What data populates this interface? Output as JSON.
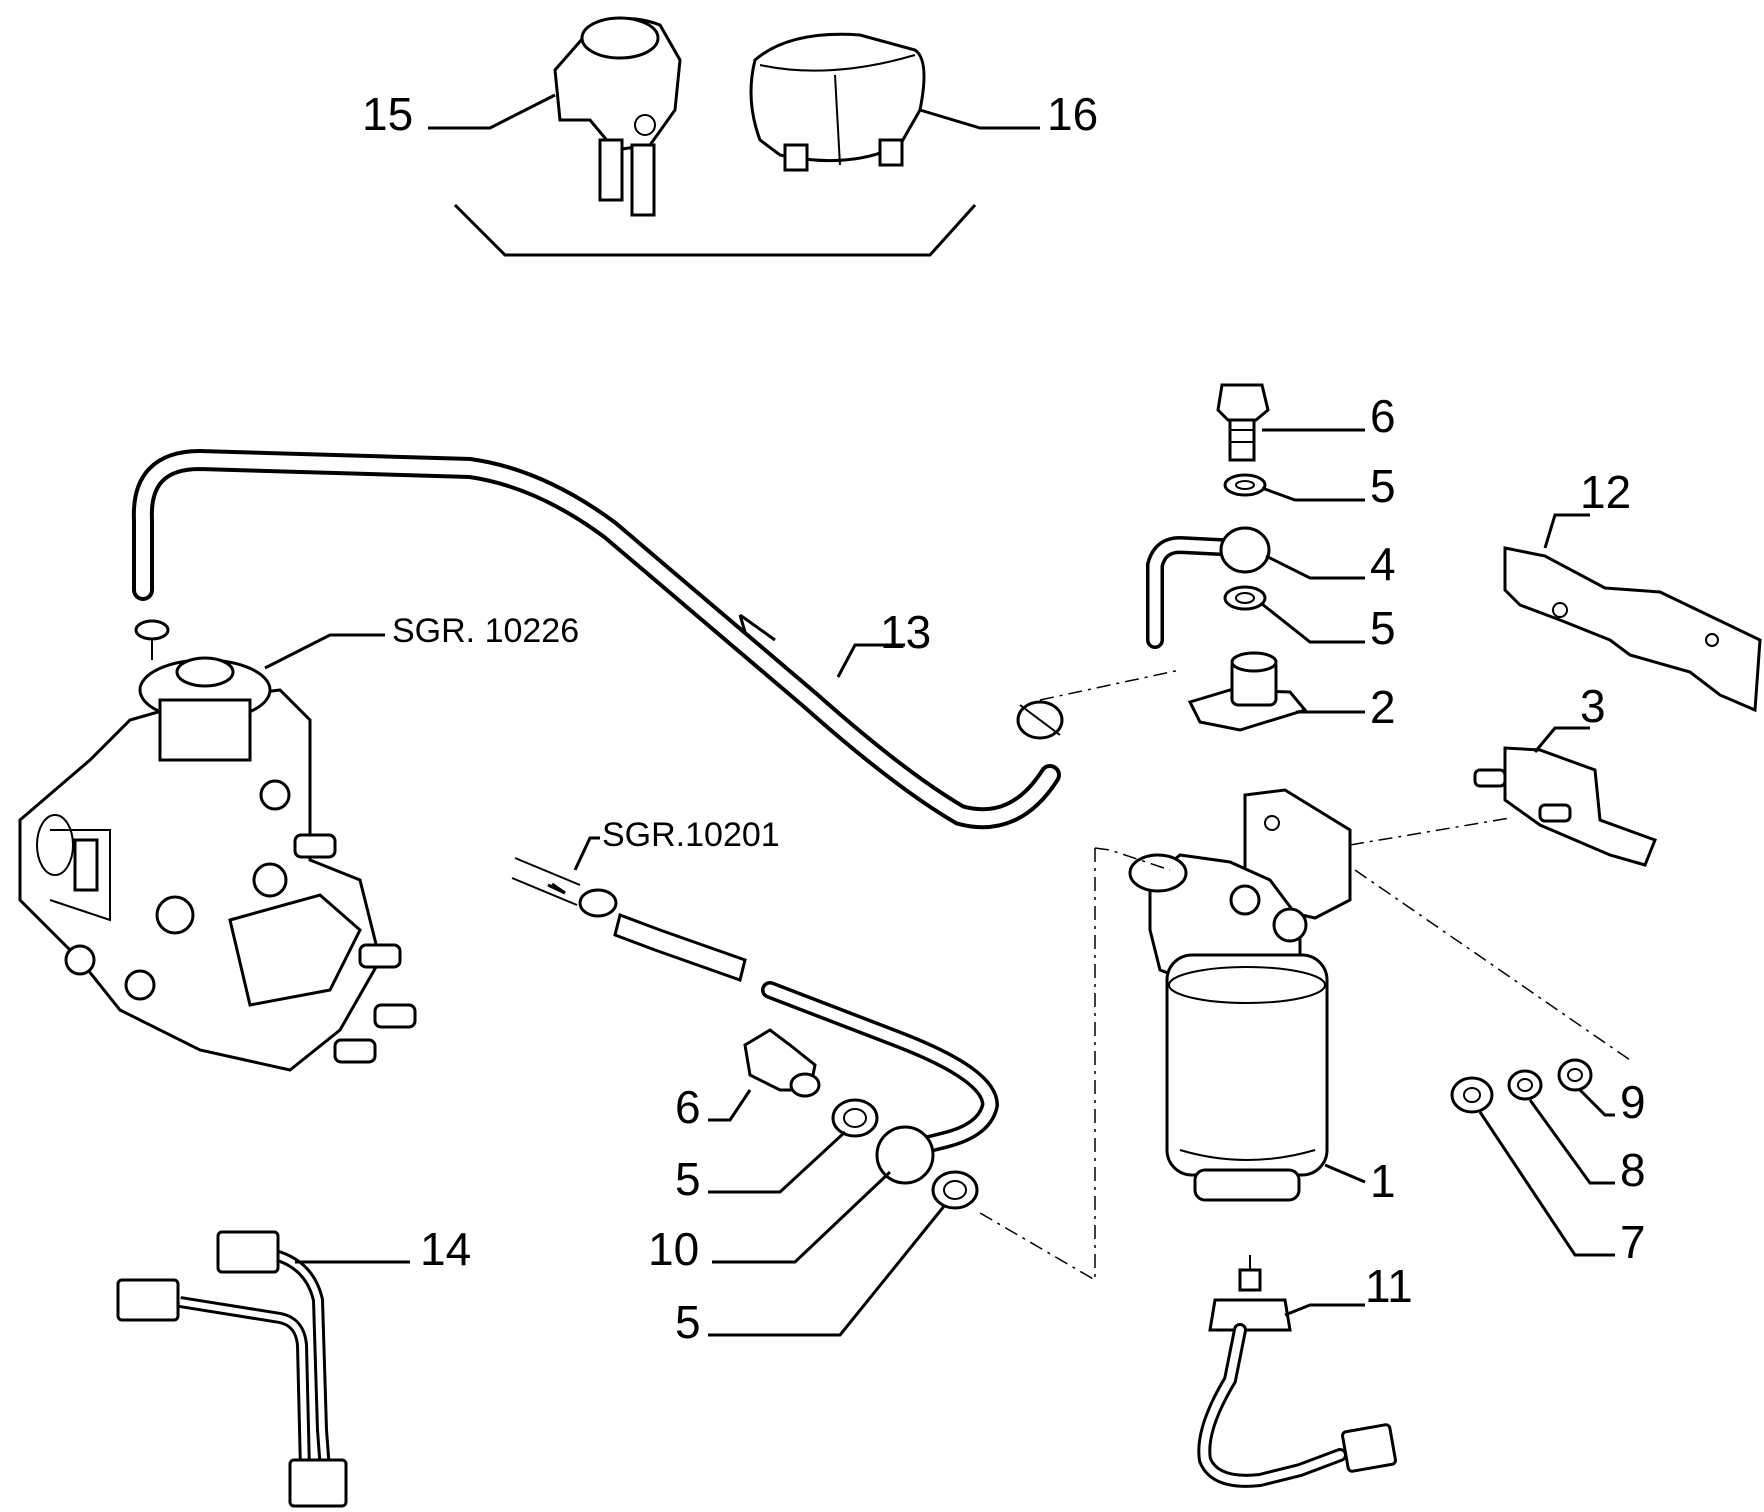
{
  "diagram": {
    "callouts": [
      {
        "id": "p15",
        "text": "15"
      },
      {
        "id": "p16",
        "text": "16"
      },
      {
        "id": "p6a",
        "text": "6"
      },
      {
        "id": "p5a",
        "text": "5"
      },
      {
        "id": "p4",
        "text": "4"
      },
      {
        "id": "p5b",
        "text": "5"
      },
      {
        "id": "p2",
        "text": "2"
      },
      {
        "id": "p12",
        "text": "12"
      },
      {
        "id": "p3",
        "text": "3"
      },
      {
        "id": "p13",
        "text": "13"
      },
      {
        "id": "p1",
        "text": "1"
      },
      {
        "id": "p9",
        "text": "9"
      },
      {
        "id": "p8",
        "text": "8"
      },
      {
        "id": "p7",
        "text": "7"
      },
      {
        "id": "p11",
        "text": "11"
      },
      {
        "id": "p6b",
        "text": "6"
      },
      {
        "id": "p5c",
        "text": "5"
      },
      {
        "id": "p10",
        "text": "10"
      },
      {
        "id": "p5d",
        "text": "5"
      },
      {
        "id": "p14",
        "text": "14"
      }
    ],
    "references": {
      "pump": "SGR. 10226",
      "pipe": "SGR.10201"
    }
  }
}
